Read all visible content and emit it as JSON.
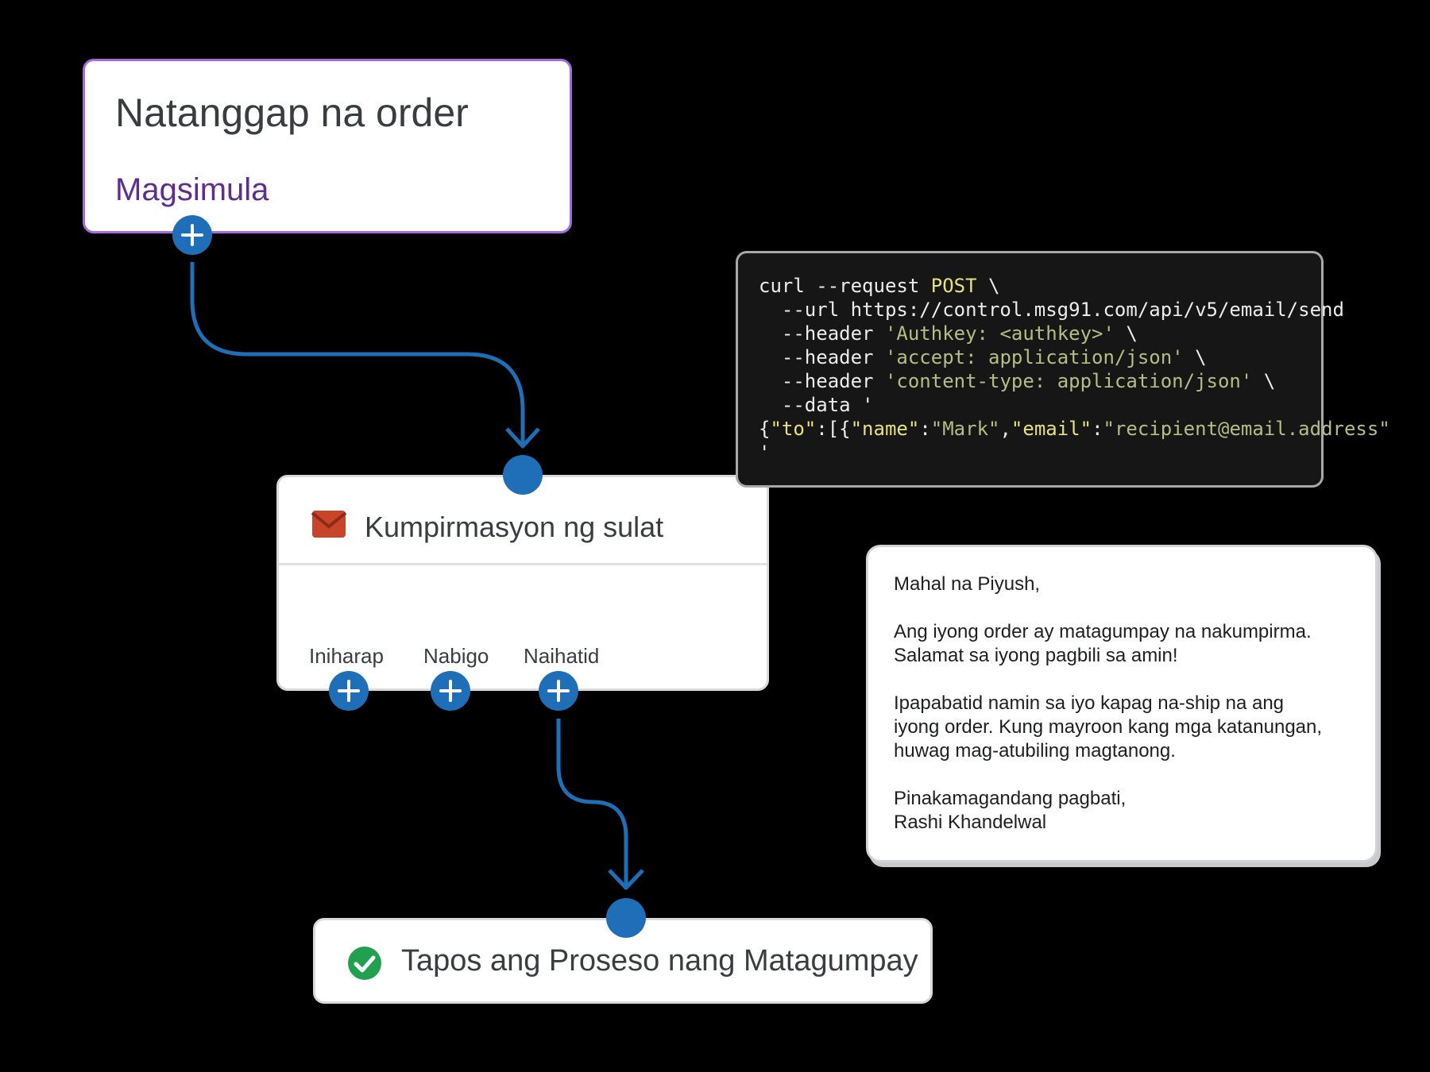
{
  "trigger": {
    "title": "Natanggap na order",
    "subtitle": "Magsimula"
  },
  "email_node": {
    "title": "Kumpirmasyon ng sulat",
    "outlets": [
      "Iniharap",
      "Nabigo",
      "Naihatid"
    ]
  },
  "end_node": {
    "title": "Tapos ang Proseso nang Matagumpay"
  },
  "code": {
    "lines": [
      [
        {
          "t": "curl --request ",
          "c": "plain"
        },
        {
          "t": "POST",
          "c": "kw"
        },
        {
          "t": " \\",
          "c": "plain"
        }
      ],
      [
        {
          "t": "  --url https://control.msg91.com/api/v5/email/send",
          "c": "plain"
        }
      ],
      [
        {
          "t": "  --header ",
          "c": "plain"
        },
        {
          "t": "'Authkey: <authkey>'",
          "c": "str"
        },
        {
          "t": " \\",
          "c": "plain"
        }
      ],
      [
        {
          "t": "  --header ",
          "c": "plain"
        },
        {
          "t": "'accept: application/json'",
          "c": "str"
        },
        {
          "t": " \\",
          "c": "plain"
        }
      ],
      [
        {
          "t": "  --header ",
          "c": "plain"
        },
        {
          "t": "'content-type: application/json'",
          "c": "str"
        },
        {
          "t": " \\",
          "c": "plain"
        }
      ],
      [
        {
          "t": "  --data '",
          "c": "plain"
        }
      ],
      [
        {
          "t": "{",
          "c": "plain"
        },
        {
          "t": "\"to\"",
          "c": "kw"
        },
        {
          "t": ":[{",
          "c": "plain"
        },
        {
          "t": "\"name\"",
          "c": "kw"
        },
        {
          "t": ":",
          "c": "plain"
        },
        {
          "t": "\"Mark\"",
          "c": "str"
        },
        {
          "t": ",",
          "c": "plain"
        },
        {
          "t": "\"email\"",
          "c": "kw"
        },
        {
          "t": ":",
          "c": "plain"
        },
        {
          "t": "\"recipient@email.address\"",
          "c": "str"
        }
      ],
      [
        {
          "t": "'",
          "c": "plain"
        }
      ]
    ]
  },
  "message": {
    "lines": [
      "Mahal na Piyush,",
      "",
      "Ang iyong order ay matagumpay na nakumpirma.",
      "Salamat sa iyong pagbili sa amin!",
      "",
      "Ipapabatid namin sa iyo kapag na-ship na ang",
      "iyong order. Kung mayroon kang mga katanungan,",
      "huwag mag-atubiling magtanong.",
      "",
      "Pinakamagandang pagbati,",
      "Rashi Khandelwal"
    ]
  },
  "colors": {
    "connector": "#1e6fb8",
    "trigger_border": "#a46ae0",
    "trigger_subtitle": "#5d2e8c",
    "envelope": "#c9452a",
    "check": "#23a04f"
  },
  "icons": [
    "envelope-icon",
    "check-circle-icon",
    "plus-icon"
  ]
}
